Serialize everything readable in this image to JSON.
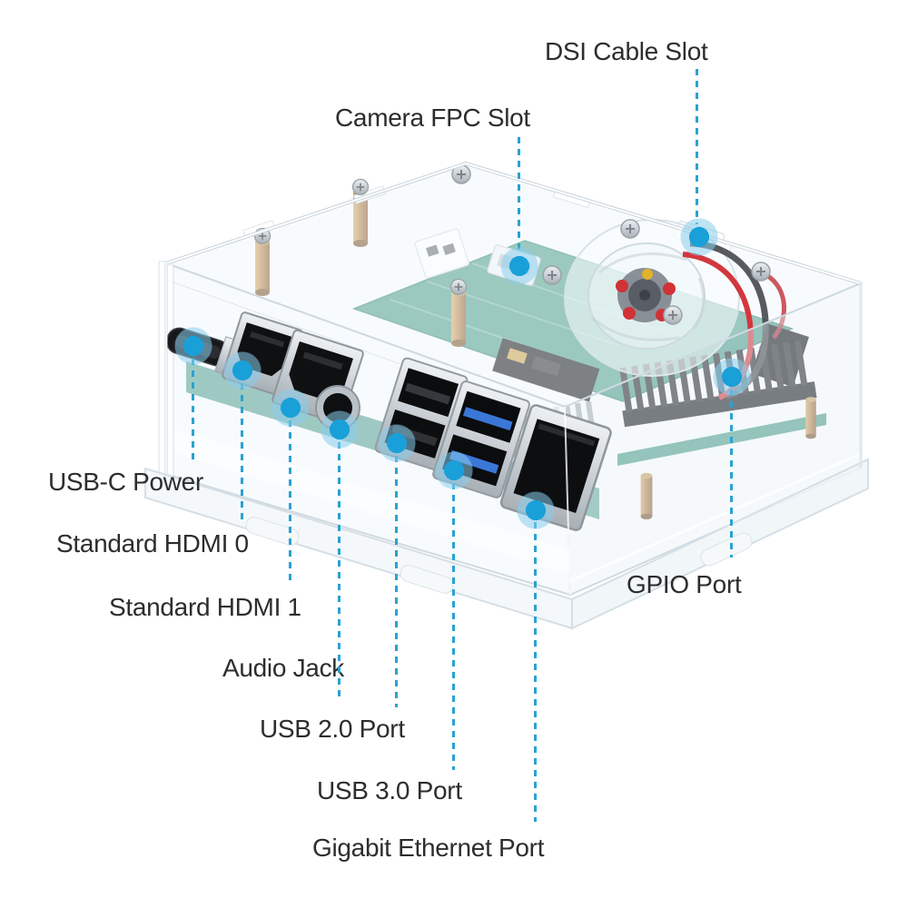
{
  "callouts": [
    {
      "name": "dsi-cable-slot",
      "label": "DSI Cable Slot"
    },
    {
      "name": "camera-fpc-slot",
      "label": "Camera FPC Slot"
    },
    {
      "name": "usb-c-power",
      "label": "USB-C Power"
    },
    {
      "name": "standard-hdmi-0",
      "label": "Standard HDMI 0"
    },
    {
      "name": "standard-hdmi-1",
      "label": "Standard HDMI 1"
    },
    {
      "name": "audio-jack",
      "label": "Audio Jack"
    },
    {
      "name": "usb-2-0-port",
      "label": "USB 2.0 Port"
    },
    {
      "name": "usb-3-0-port",
      "label": "USB 3.0 Port"
    },
    {
      "name": "gigabit-ethernet-port",
      "label": "Gigabit Ethernet Port"
    },
    {
      "name": "gpio-port",
      "label": "GPIO Port"
    }
  ],
  "colors": {
    "background": "#ffffff",
    "label_text": "#2d2d2d",
    "leader_line": "#2aa2d2",
    "dot_fill": "#19a0d9",
    "dot_halo": "#a9d8ef",
    "pcb_green": "#4f9e8d",
    "usb3_blue": "#3a77d6",
    "wire_red": "#d2373d",
    "acrylic_edge": "#cdd8df"
  }
}
